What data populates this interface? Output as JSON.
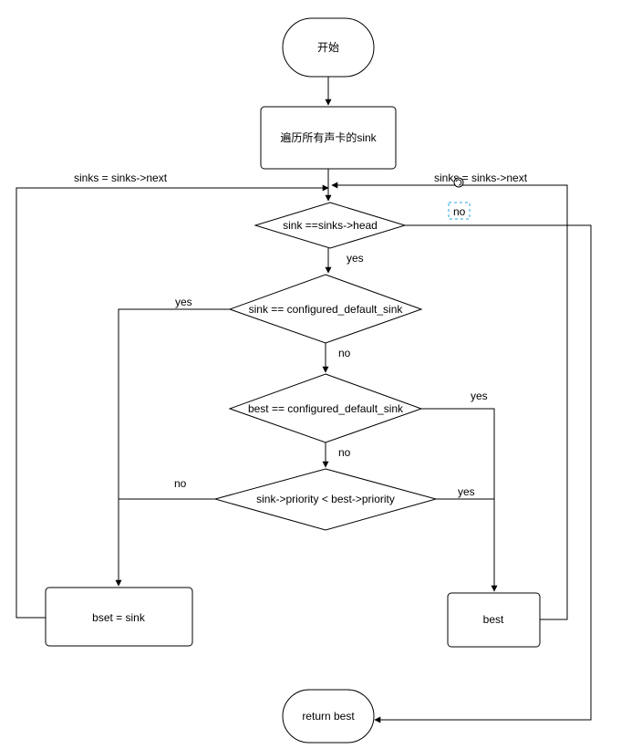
{
  "diagram": {
    "nodes": {
      "start": "开始",
      "loop": "遍历所有声卡的sink",
      "check_head": "sink ==sinks->head",
      "check_sink": "sink == configured_default_sink",
      "check_best": "best == configured_default_sink",
      "check_priority": "sink->priority < best->priority",
      "assign": "bset = sink",
      "best": "best",
      "return": "return best"
    },
    "labels": {
      "next_left": "sinks = sinks->next",
      "next_right": "sinks = sinks->next",
      "head_no": "no",
      "head_yes": "yes",
      "sink_yes": "yes",
      "sink_no": "no",
      "best_yes": "yes",
      "best_no": "no",
      "prio_no": "no",
      "prio_yes": "yes"
    }
  }
}
